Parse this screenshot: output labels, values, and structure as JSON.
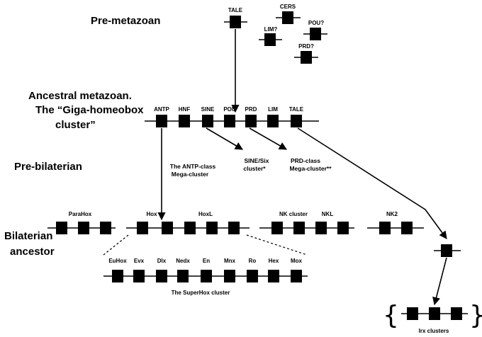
{
  "stages": {
    "pre_metazoan": "Pre-metazoan",
    "ancestral_line1": "Ancestral metazoan.",
    "ancestral_line2": "The “Giga-homeobox",
    "ancestral_line3": "cluster”",
    "pre_bilaterian": "Pre-bilaterian",
    "bilaterian_line1": "Bilaterian",
    "bilaterian_line2": "ancestor"
  },
  "pre_metazoan_genes": {
    "tale": "TALE",
    "cers": "CERS",
    "lim": "LIM?",
    "pou": "POU?",
    "prd": "PRD?"
  },
  "giga_cluster_genes": [
    "ANTP",
    "HNF",
    "SINE",
    "POU",
    "PRD",
    "LIM",
    "TALE"
  ],
  "pre_bilaterian_notes": {
    "antp_line1": "The ANTP-class",
    "antp_line2": "Mega-cluster",
    "sine_line1": "SINE/Six",
    "sine_line2": "cluster*",
    "prd_line1": "PRD-class",
    "prd_line2": "Mega-cluster**"
  },
  "bilaterian_clusters": {
    "parahox": "ParaHox",
    "hox": "Hox",
    "hoxl": "HoxL",
    "nk_cluster": "NK cluster",
    "nkl": "NKL",
    "nk2": "NK2"
  },
  "superhox_genes": [
    "EuHox",
    "Evx",
    "Dlx",
    "Nedx",
    "En",
    "Mnx",
    "Ro",
    "Hex",
    "Mox"
  ],
  "superhox_caption": "The SuperHox cluster",
  "irx_caption": "Irx clusters",
  "brace_left": "{",
  "brace_right": "}"
}
